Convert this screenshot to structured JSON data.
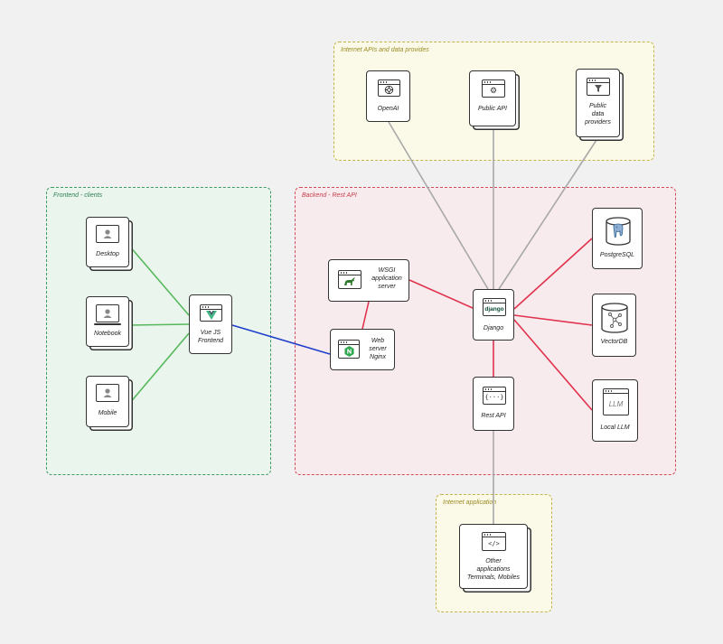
{
  "groups": {
    "internet_apis": "Internet APIs and data provides",
    "frontend": "Frontend - clients",
    "backend": "Backend  - Rest API",
    "internet_apps": "Internet application"
  },
  "nodes": {
    "openai": "OpenAI",
    "public_api": "Public API",
    "public_data": "Public\ndata\nproviders",
    "desktop": "Desktop",
    "notebook": "Notebook",
    "mobile": "Mobile",
    "vue": "Vue JS\nFrontend",
    "wsgi": "WSGI\napplication\nserver",
    "nginx": "Web\nserver\nNginx",
    "django": "Django",
    "django_logo": "django",
    "rest_api": "Rest API",
    "postgres": "PostgreSQL",
    "vectordb": "VectorDB",
    "local_llm": "Local LLM",
    "llm_glyph": "LLM",
    "other_apps": "Other\napplications\nTerminals, Mobiles"
  },
  "colors": {
    "grey_edge": "#a8a8a8",
    "green_edge": "#57b85c",
    "blue_edge": "#1f3fc9",
    "red_edge": "#e0334f",
    "frontend_border": "#3f9a63",
    "backend_border": "#d24c5a",
    "internet_border": "#c2b44a"
  },
  "icons": {
    "openai": "openai-icon",
    "public_api": "gear-icon",
    "public_data": "filter-icon",
    "client": "user-icon",
    "vue": "vue-logo-icon",
    "wsgi": "gunicorn-unicorn-icon",
    "nginx": "nginx-logo-icon",
    "django": "django-logo-icon",
    "rest_api": "api-braces-icon",
    "postgres": "postgresql-database-icon",
    "vectordb": "vector-database-icon",
    "llm": "llm-window-icon",
    "code": "code-window-icon"
  }
}
